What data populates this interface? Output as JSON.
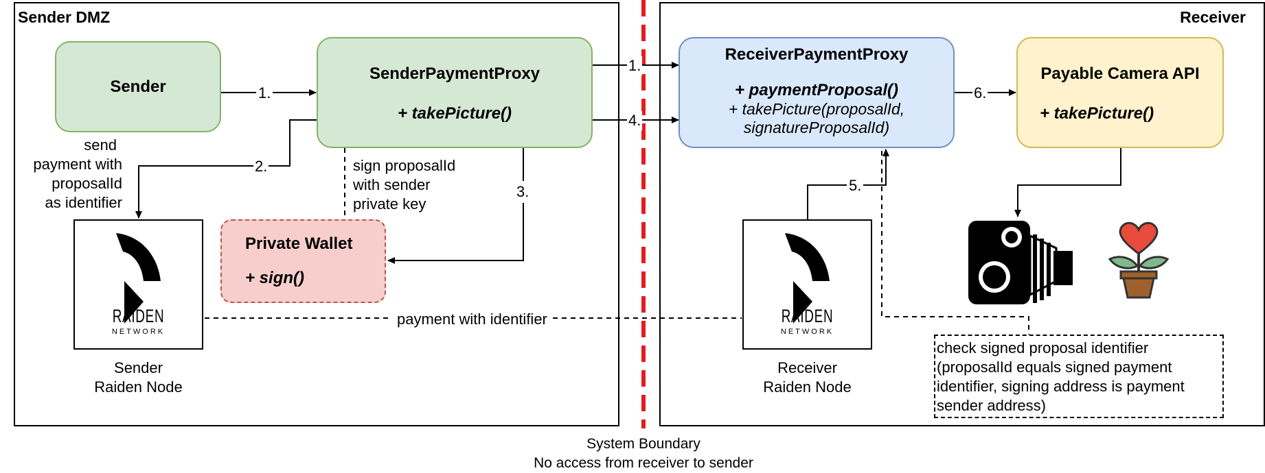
{
  "zones": {
    "sender": {
      "title": "Sender DMZ"
    },
    "receiver": {
      "title": "Receiver"
    }
  },
  "boundary": {
    "line1": "System Boundary",
    "line2": "No access from receiver to sender",
    "color": "#e11d21"
  },
  "components": {
    "sender": {
      "title": "Sender"
    },
    "sender_proxy": {
      "title": "SenderPaymentProxy",
      "method": "+ takePicture()"
    },
    "private_wallet": {
      "title": "Private Wallet",
      "method": "+ sign()"
    },
    "receiver_proxy": {
      "title": "ReceiverPaymentProxy",
      "method": "+ paymentProposal()",
      "line2": "+ takePicture(proposalId,",
      "line3": "signatureProposalId)"
    },
    "camera_api": {
      "title": "Payable Camera API",
      "method": "+ takePicture()"
    }
  },
  "nodes": {
    "sender": {
      "logo_main": "RAIDEN",
      "logo_sub": "NETWORK",
      "caption1": "Sender",
      "caption2": "Raiden Node"
    },
    "receiver": {
      "logo_main": "RAIDEN",
      "logo_sub": "NETWORK",
      "caption1": "Receiver",
      "caption2": "Raiden Node"
    }
  },
  "edges": {
    "e1_sender": "1.",
    "e2": "2.",
    "e3": "3.",
    "e1_proxy": "1.",
    "e4": "4.",
    "e5": "5.",
    "e6": "6.",
    "payment_link": "payment with identifier"
  },
  "annotations": {
    "send_payment": [
      "send",
      "payment with",
      "proposalId",
      "as identifier"
    ],
    "sign": [
      "sign proposalId",
      "with sender",
      "private key"
    ],
    "check": [
      "check signed proposal identifier",
      "(proposalId equals signed payment",
      "identifier, signing address is payment",
      "sender address)"
    ]
  },
  "icons": [
    "raiden-logo-icon",
    "camera-icon",
    "plant-heart-icon"
  ]
}
